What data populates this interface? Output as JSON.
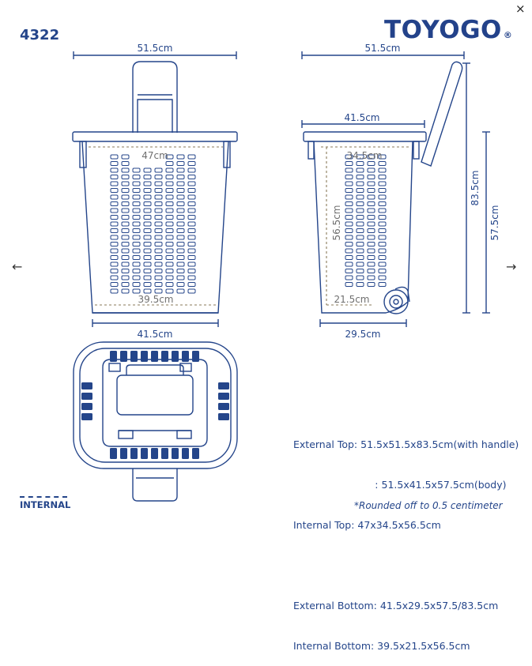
{
  "model": "4322",
  "brand": "TOYOGO",
  "brand_mark": "®",
  "nav": {
    "close": "×",
    "prev": "←",
    "next": "→"
  },
  "front_view": {
    "top_width": "51.5cm",
    "internal_top": "47cm",
    "internal_bottom": "39.5cm",
    "bottom_width": "41.5cm"
  },
  "side_view": {
    "top_width": "51.5cm",
    "body_top": "41.5cm",
    "internal_top": "34.5cm",
    "internal_height": "56.5cm",
    "internal_bottom": "21.5cm",
    "bottom_width": "29.5cm",
    "total_height": "83.5cm",
    "body_height": "57.5cm"
  },
  "specs": [
    "External Top: 51.5x51.5x83.5cm(with handle)",
    "                          : 51.5x41.5x57.5cm(body)",
    "Internal Top: 47x34.5x56.5cm",
    "",
    "External Bottom: 41.5x29.5x57.5/83.5cm",
    "Internal Bottom: 39.5x21.5x56.5cm"
  ],
  "legend": "INTERNAL",
  "note": "*Rounded off to 0.5 centimeter"
}
